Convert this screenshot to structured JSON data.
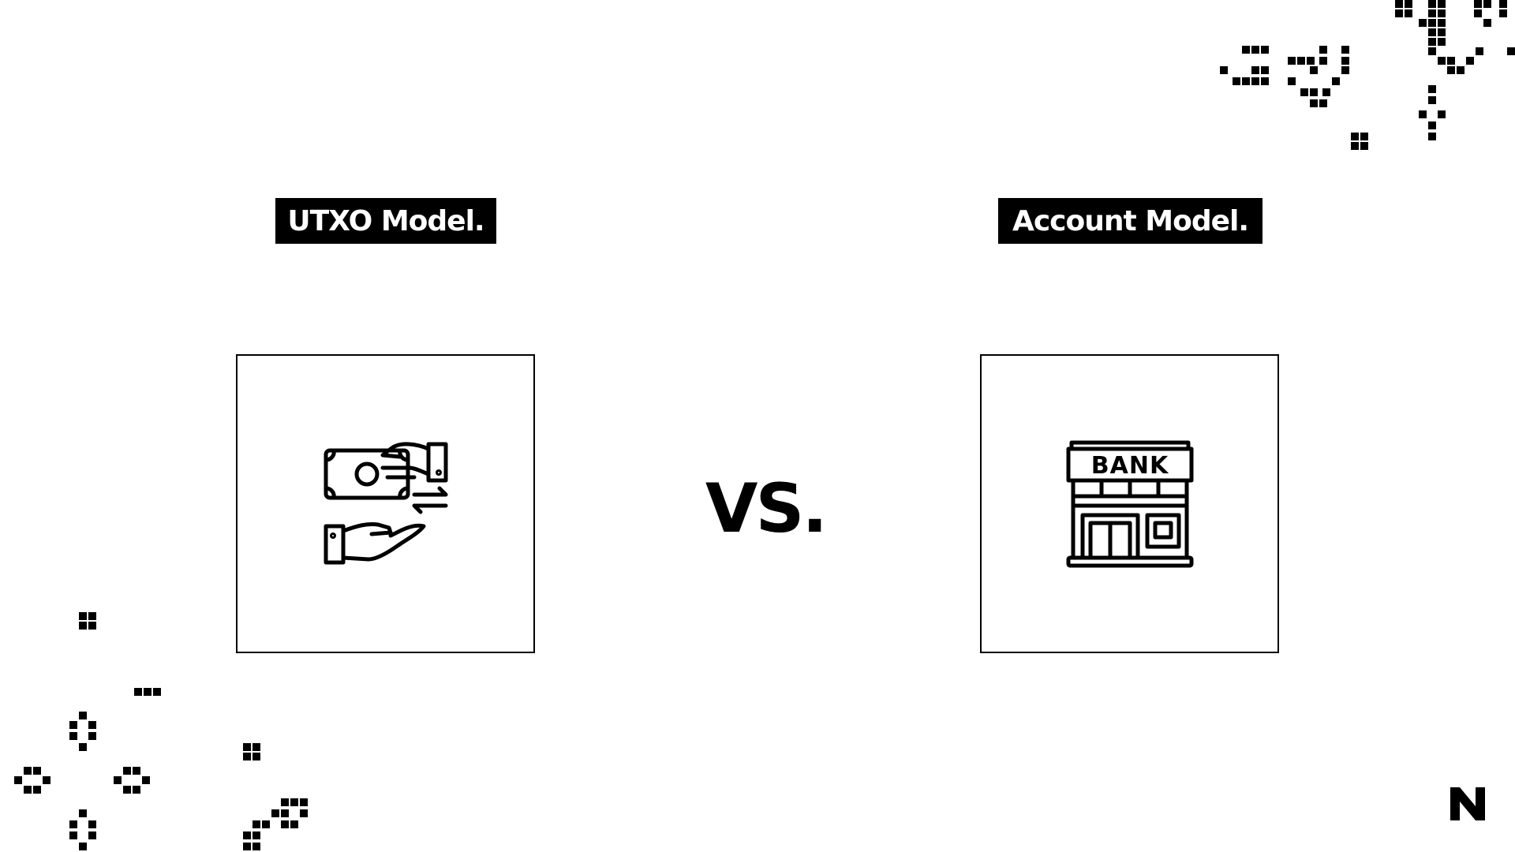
{
  "utxo": {
    "title": "UTXO Model.",
    "icon": "cash-exchange-hands-icon"
  },
  "account": {
    "title": "Account Model.",
    "icon": "bank-building-icon",
    "sign": "BANK"
  },
  "versus": "VS.",
  "brand": {
    "icon": "n-logo-icon"
  },
  "colors": {
    "ink": "#000000",
    "background": "#ffffff"
  }
}
